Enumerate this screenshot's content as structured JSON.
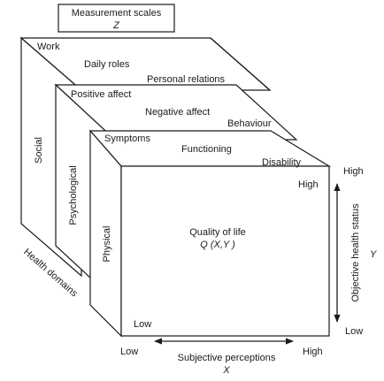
{
  "title_box": {
    "line1": "Measurement scales",
    "line2": "Z"
  },
  "slices": [
    {
      "face": "Social",
      "items": [
        "Work",
        "Daily roles",
        "Personal relations"
      ]
    },
    {
      "face": "Psychological",
      "items": [
        "Positive affect",
        "Negative affect",
        "Behaviour"
      ]
    },
    {
      "face": "Physical",
      "items": [
        "Symptoms",
        "Functioning",
        "Disability"
      ]
    }
  ],
  "front_face": {
    "center_line1": "Quality of life",
    "center_line2": "Q (X,Y )",
    "inner_high": "High",
    "inner_low": "Low"
  },
  "side_label": "Health domains",
  "x_axis": {
    "low": "Low",
    "high": "High",
    "label": "Subjective perceptions",
    "symbol": "X"
  },
  "y_axis": {
    "high": "High",
    "low": "Low",
    "label": "Objective health status",
    "symbol": "Y"
  }
}
